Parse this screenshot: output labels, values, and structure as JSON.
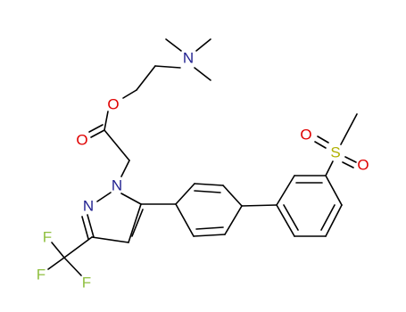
{
  "molecule": {
    "atoms": {
      "n_amine": {
        "symbol": "N",
        "color": "#1f1f8f"
      },
      "o_ester": {
        "symbol": "O",
        "color": "#e00000"
      },
      "o_carbonyl": {
        "symbol": "O",
        "color": "#e00000"
      },
      "n_pyrazole_1": {
        "symbol": "N",
        "color": "#1f1f8f"
      },
      "n_pyrazole_2": {
        "symbol": "N",
        "color": "#1f1f8f"
      },
      "f_top": {
        "symbol": "F",
        "color": "#8fbf3f"
      },
      "f_left": {
        "symbol": "F",
        "color": "#8fbf3f"
      },
      "f_right": {
        "symbol": "F",
        "color": "#8fbf3f"
      },
      "s_sulfonyl": {
        "symbol": "S",
        "color": "#b0b000"
      },
      "o_sulfonyl_left": {
        "symbol": "O",
        "color": "#e00000"
      },
      "o_sulfonyl_right": {
        "symbol": "O",
        "color": "#e00000"
      }
    }
  }
}
